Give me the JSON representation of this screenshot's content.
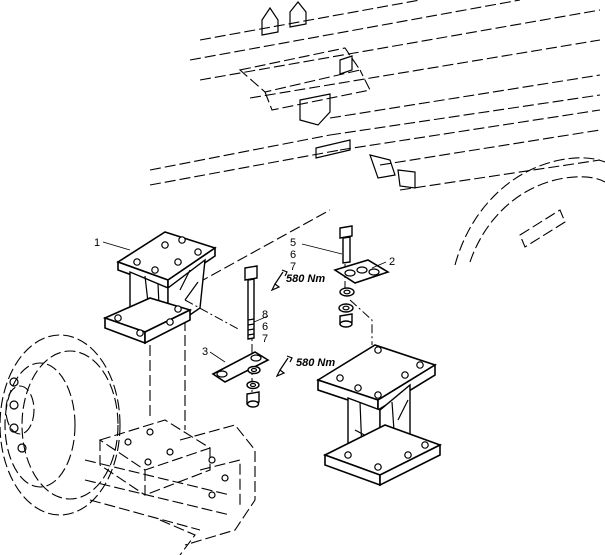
{
  "callouts": {
    "c1": "1",
    "c2": "2",
    "c3": "3",
    "c5": "5",
    "c6a": "6",
    "c7a": "7",
    "c8": "8",
    "c6b": "6",
    "c7b": "7"
  },
  "torque": {
    "upper": "580 Nm",
    "lower": "580 Nm"
  }
}
